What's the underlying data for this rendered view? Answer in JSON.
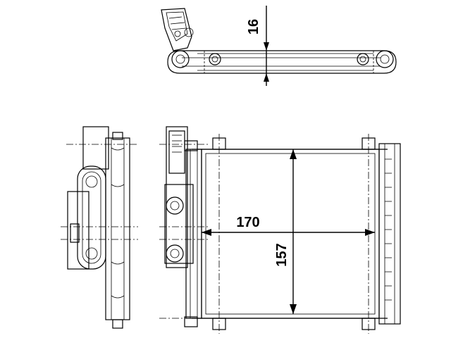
{
  "drawing": {
    "dimensions": {
      "thickness": "16",
      "width": "170",
      "height": "157"
    }
  }
}
